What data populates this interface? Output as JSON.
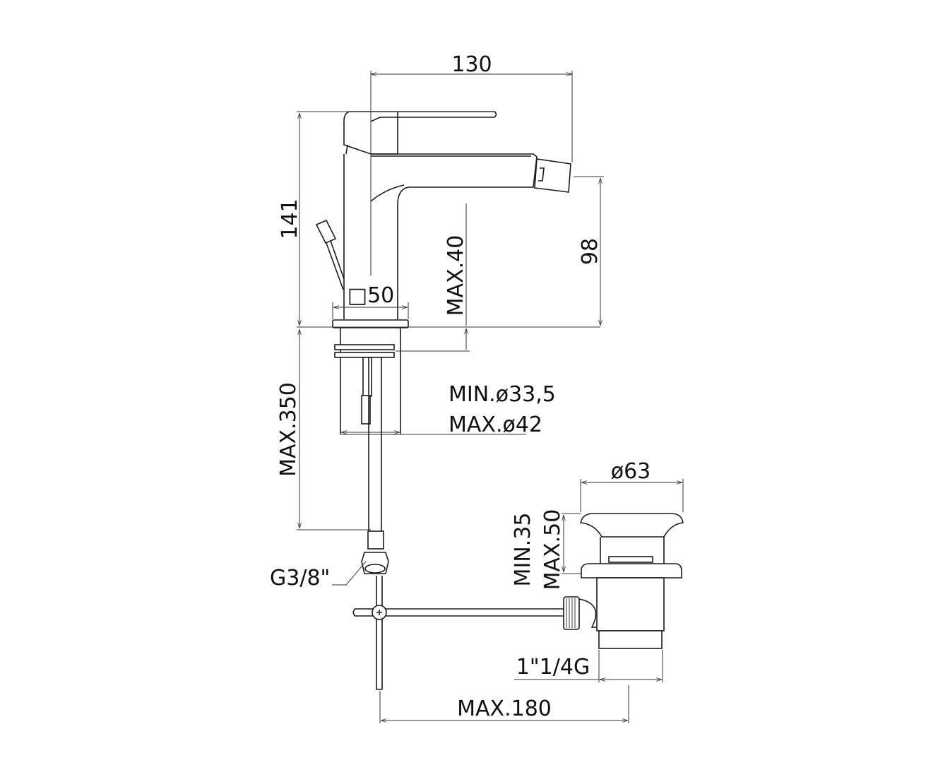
{
  "dimensions": {
    "width_total": "130",
    "height_total": "141",
    "spout_height": "98",
    "deck_thickness": "MAX.40",
    "base_square": "□50",
    "hole_min": "MIN.ø33,5",
    "hole_max": "MAX.ø42",
    "hose_length": "MAX.350",
    "hose_connection": "G3/8\"",
    "drain_diameter": "ø63",
    "drain_min": "MIN.35",
    "drain_max": "MAX.50",
    "drain_thread": "1\"1/4G",
    "rod_length": "MAX.180"
  }
}
